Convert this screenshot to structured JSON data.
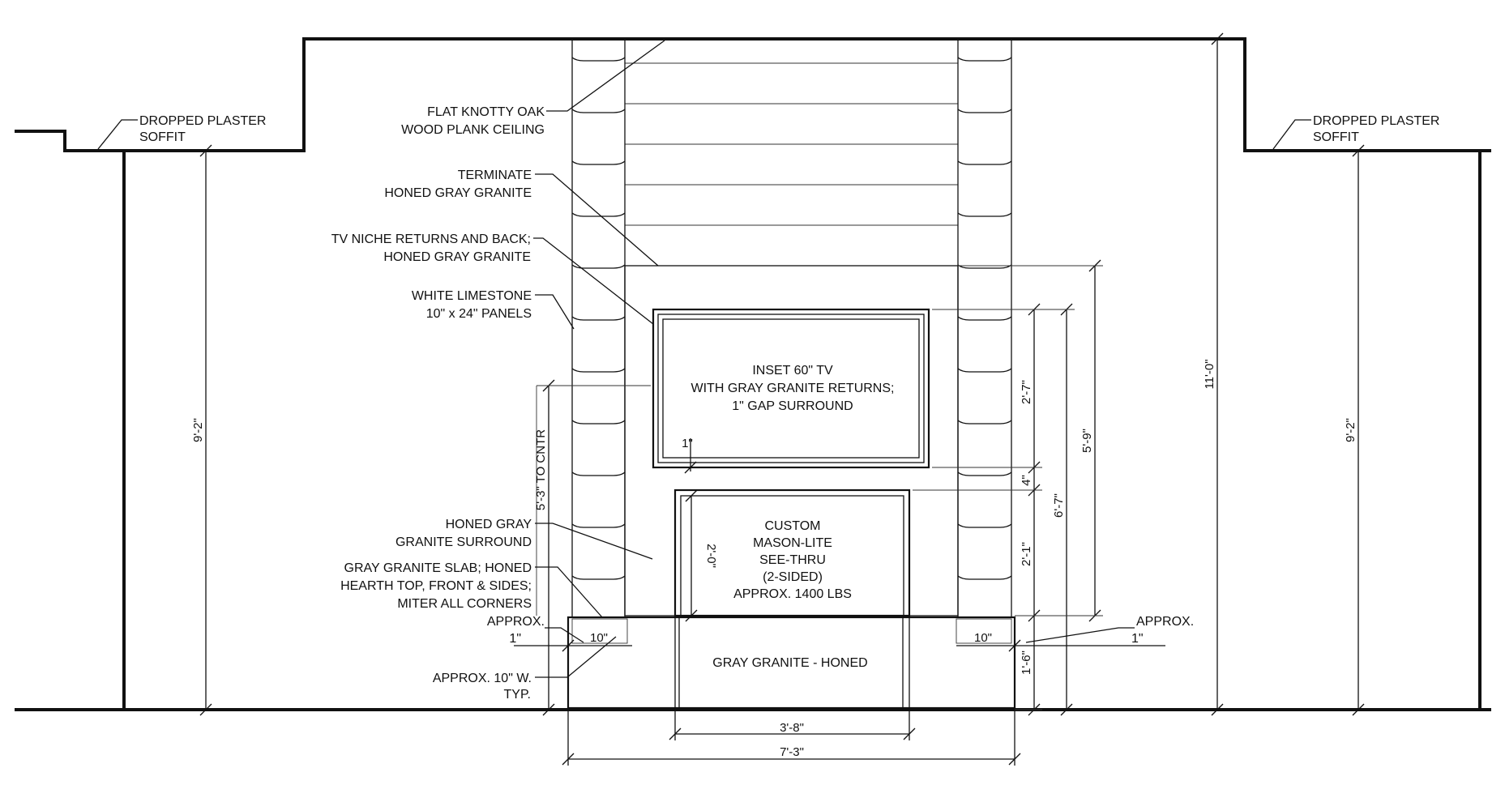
{
  "labels": {
    "soffit_left": [
      "DROPPED PLASTER",
      "SOFFIT"
    ],
    "soffit_right": [
      "DROPPED PLASTER",
      "SOFFIT"
    ],
    "ceiling": [
      "FLAT KNOTTY OAK",
      "WOOD PLANK CEILING"
    ],
    "terminate": [
      "TERMINATE",
      "HONED GRAY GRANITE"
    ],
    "tv_niche": [
      "TV NICHE RETURNS AND BACK;",
      "HONED GRAY GRANITE"
    ],
    "limestone": [
      "WHITE LIMESTONE",
      "10\" x 24\" PANELS"
    ],
    "granite_surround": [
      "HONED GRAY",
      "GRANITE SURROUND"
    ],
    "slab": [
      "GRAY GRANITE SLAB; HONED",
      "HEARTH TOP, FRONT & SIDES;",
      "MITER ALL CORNERS"
    ],
    "approx_left": [
      "APPROX.",
      "1\""
    ],
    "approx_right": [
      "APPROX.",
      "1\""
    ],
    "approx_width": [
      "APPROX. 10\" W.",
      "TYP."
    ],
    "tv": [
      "INSET 60\" TV",
      "WITH GRAY GRANITE RETURNS;",
      "1\" GAP SURROUND"
    ],
    "fireplace": [
      "CUSTOM",
      "MASON-LITE",
      "SEE-THRU",
      "(2-SIDED)",
      "APPROX. 1400 LBS"
    ],
    "hearth": "GRAY GRANITE - HONED"
  },
  "dimensions": {
    "soffit_left_height": "9'-2\"",
    "soffit_right_height": "9'-2\"",
    "ceiling_height": "11'-0\"",
    "tv_center": "5'-3\" TO CNTR",
    "tv_height": "2'-7\"",
    "surround_height": "5'-9\"",
    "overall_height": "6'-7\"",
    "tv_gap": "4\"",
    "firebox_height": "2'-1\"",
    "firebox_opening": "2'-0\"",
    "hearth_height": "1'-6\"",
    "tv_inset": "1\"",
    "hearth_side_left": "10\"",
    "hearth_side_right": "10\"",
    "firebox_width": "3'-8\"",
    "hearth_width": "7'-3\""
  }
}
